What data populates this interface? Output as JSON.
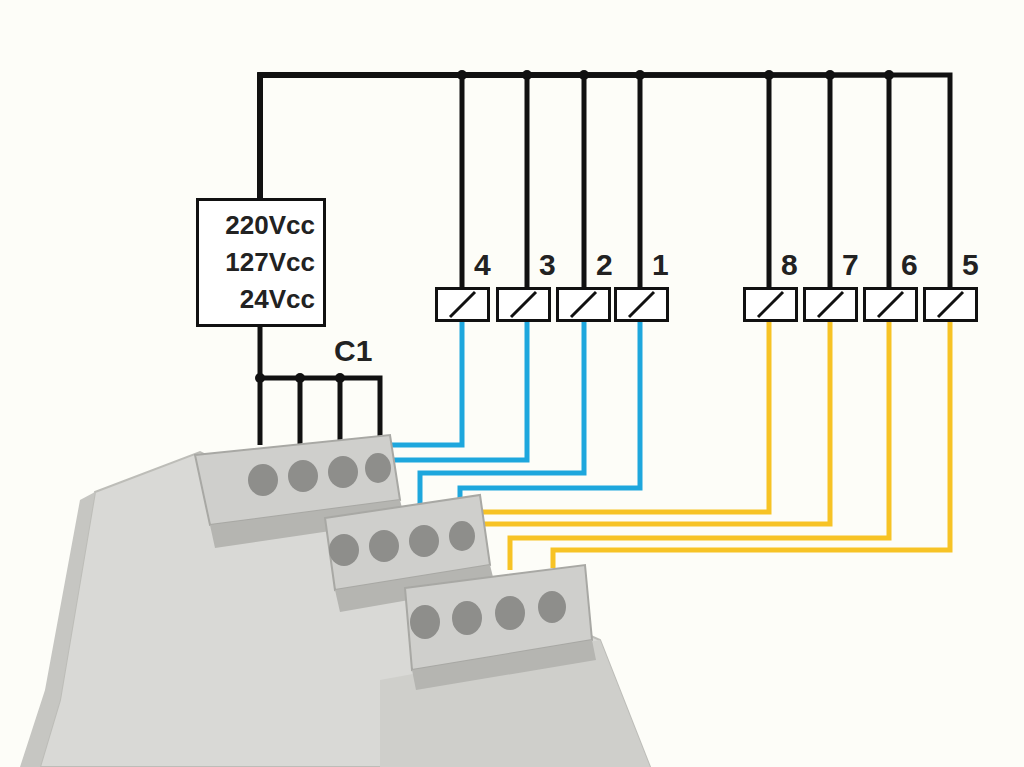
{
  "diagram": {
    "nodes": [
      {
        "text": [
          "220Vcc 127Vcc 24Vcc"
        ]
      },
      {
        "text": [
          "4"
        ]
      },
      {
        "text": [
          "3"
        ]
      },
      {
        "text": [
          "2"
        ]
      },
      {
        "text": [
          "1"
        ]
      },
      {
        "text": [
          "8"
        ]
      },
      {
        "text": [
          "7"
        ]
      },
      {
        "text": [
          "6"
        ]
      },
      {
        "text": [
          "5"
        ]
      }
    ],
    "edges": [
      {
        "from": 0,
        "to": 1,
        "arrow": "none"
      },
      {
        "from": 0,
        "to": 2,
        "arrow": "none"
      },
      {
        "from": 0,
        "to": 3,
        "arrow": "none"
      },
      {
        "from": 0,
        "to": 4,
        "arrow": "none"
      },
      {
        "from": 0,
        "to": 5,
        "arrow": "none"
      },
      {
        "from": 0,
        "to": 6,
        "arrow": "none"
      },
      {
        "from": 0,
        "to": 7,
        "arrow": "none"
      },
      {
        "from": 0,
        "to": 8,
        "arrow": "none"
      }
    ],
    "labels": [
      "C1"
    ]
  }
}
